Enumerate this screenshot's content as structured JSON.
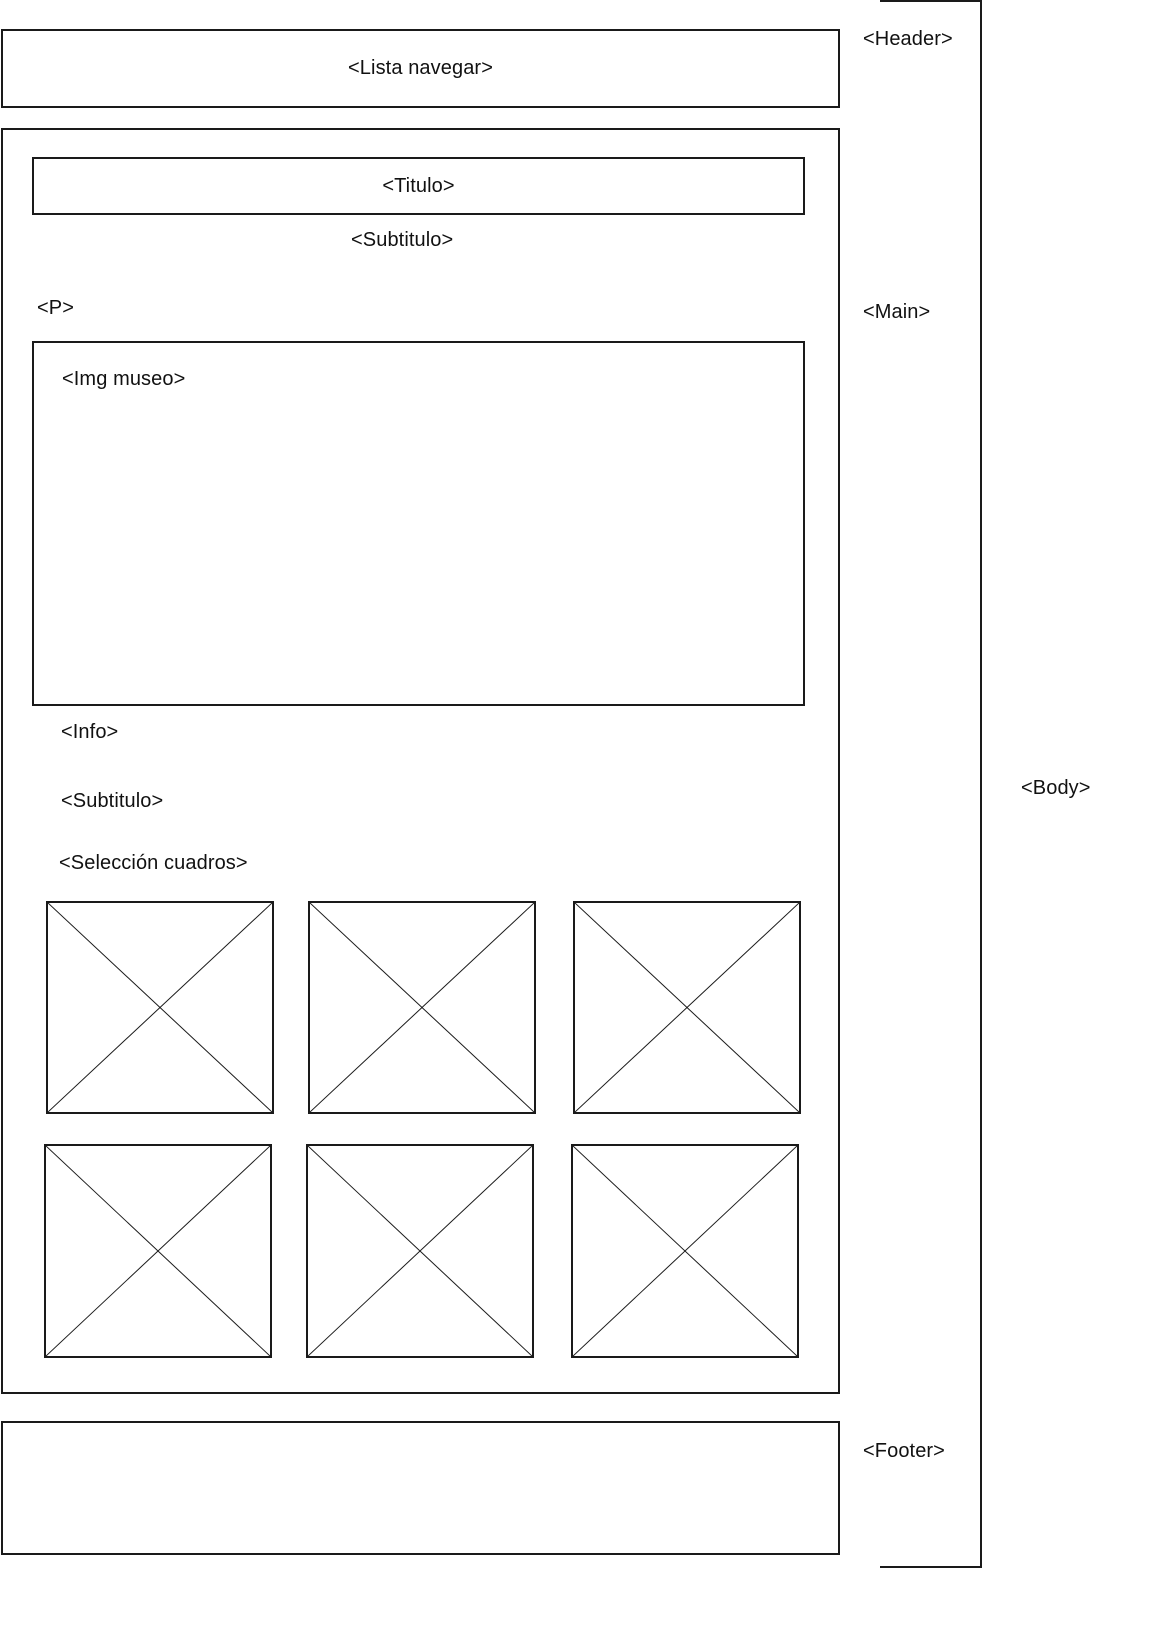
{
  "diagram": {
    "type": "wireframe",
    "colors": {
      "stroke": "#1a1a1a",
      "background": "#ffffff",
      "text": "#111111"
    }
  },
  "header": {
    "annotation": "<Header>",
    "nav_list_label": "<Lista navegar>"
  },
  "main": {
    "annotation": "<Main>",
    "title_label": "<Titulo>",
    "subtitle_label": "<Subtitulo>",
    "paragraph_label": "<P>",
    "museum_image_label": "<Img museo>",
    "info_label": "<Info>",
    "second_subtitle_label": "<Subtitulo>",
    "paintings_selection_label": "<Selección cuadros>",
    "paintings": [
      {
        "icon": "image-placeholder-icon"
      },
      {
        "icon": "image-placeholder-icon"
      },
      {
        "icon": "image-placeholder-icon"
      },
      {
        "icon": "image-placeholder-icon"
      },
      {
        "icon": "image-placeholder-icon"
      },
      {
        "icon": "image-placeholder-icon"
      }
    ]
  },
  "footer": {
    "annotation": "<Footer>"
  },
  "body": {
    "annotation": "<Body>"
  }
}
